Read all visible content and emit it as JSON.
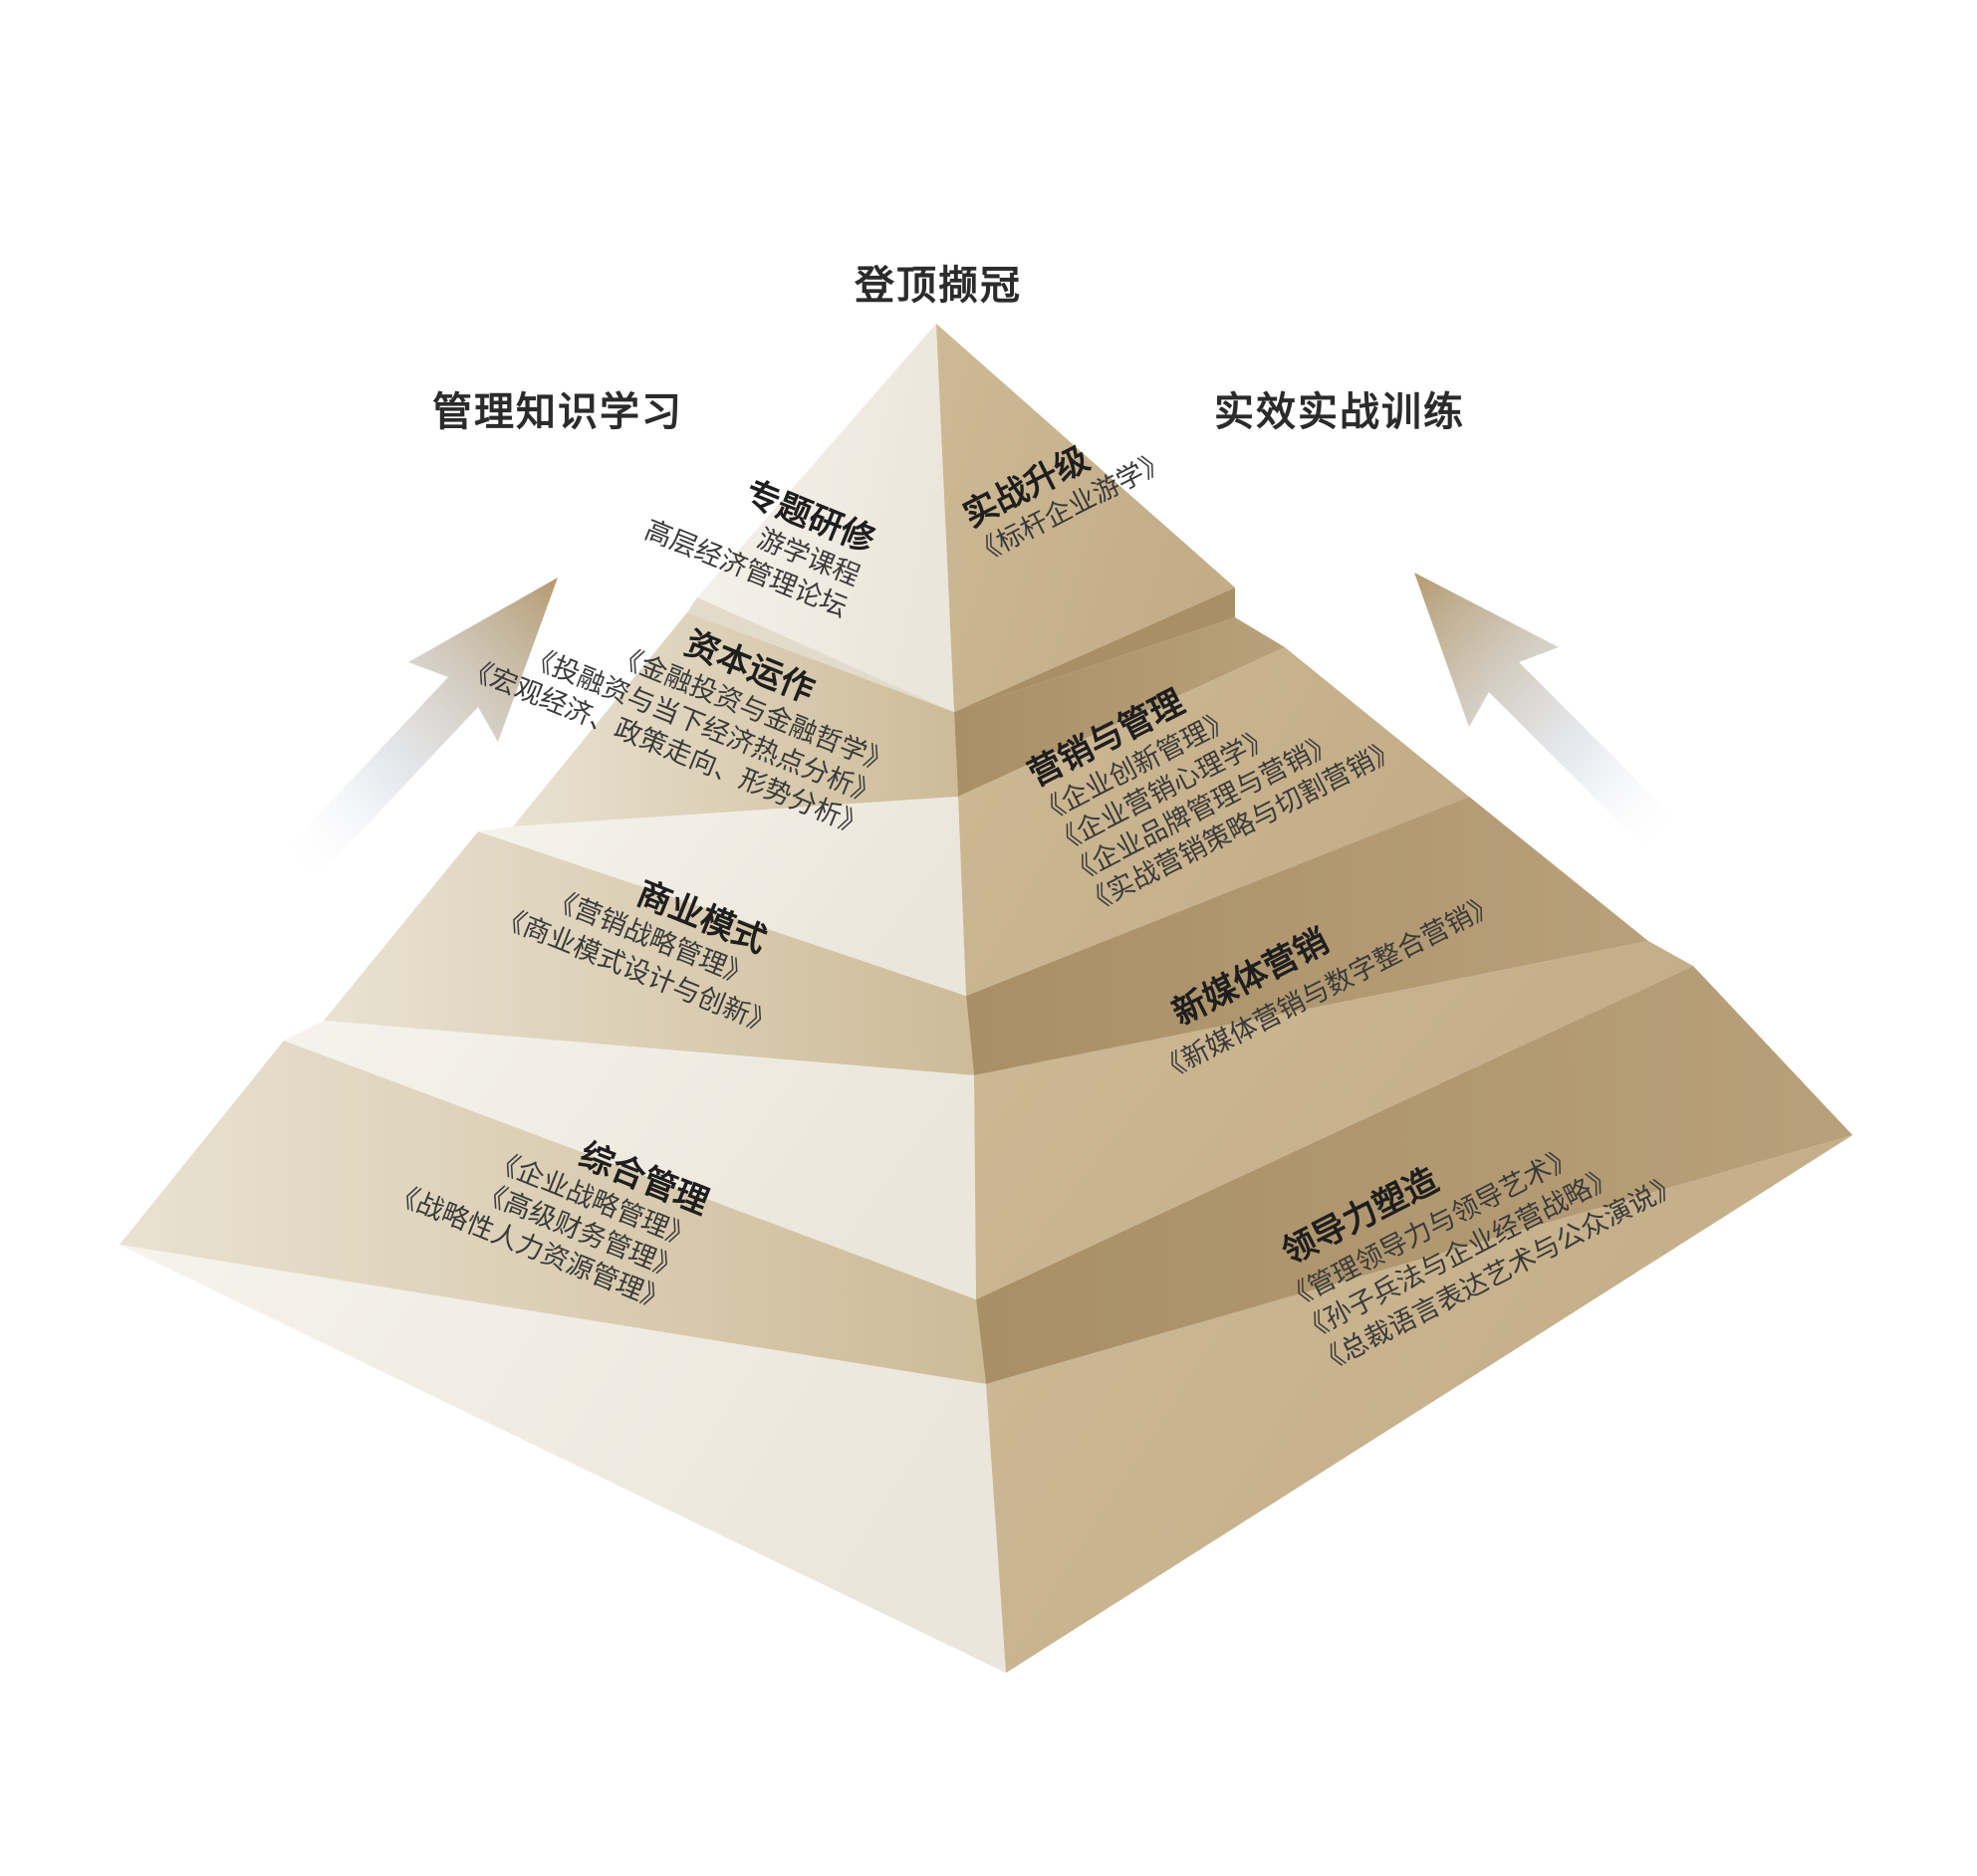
{
  "headers": {
    "top": "登顶撷冠",
    "left": "管理知识学习",
    "right": "实效实战训练"
  },
  "colors": {
    "left_face": "#f1eee6",
    "right_face": "#c9b593",
    "ledge": "#b9a179",
    "arrow": "#b59d73",
    "text": "#2b2b2b"
  },
  "left_blocks": [
    {
      "title": "专题研修",
      "items": [
        "游学课程",
        "高层经济管理论坛"
      ]
    },
    {
      "title": "资本运作",
      "items": [
        "《金融投资与金融哲学》",
        "《投融资与当下经济热点分析》",
        "《宏观经济、政策走向、形势分析》"
      ]
    },
    {
      "title": "商业模式",
      "items": [
        "《营销战略管理》",
        "《商业模式设计与创新》"
      ]
    },
    {
      "title": "综合管理",
      "items": [
        "《企业战略管理》",
        "《高级财务管理》",
        "《战略性人力资源管理》"
      ]
    }
  ],
  "right_blocks": [
    {
      "title": "实战升级",
      "items": [
        "《标杆企业游学》"
      ]
    },
    {
      "title": "营销与管理",
      "items": [
        "《企业创新管理》",
        "《企业营销心理学》",
        "《企业品牌管理与营销》",
        "《实战营销策略与切割营销》"
      ]
    },
    {
      "title": "新媒体营销",
      "items": [
        "《新媒体营销与数字整合营销》"
      ]
    },
    {
      "title": "领导力塑造",
      "items": [
        "《管理领导力与领导艺术》",
        "《孙子兵法与企业经营战略》",
        "《总裁语言表达艺术与公众演说》"
      ]
    }
  ]
}
